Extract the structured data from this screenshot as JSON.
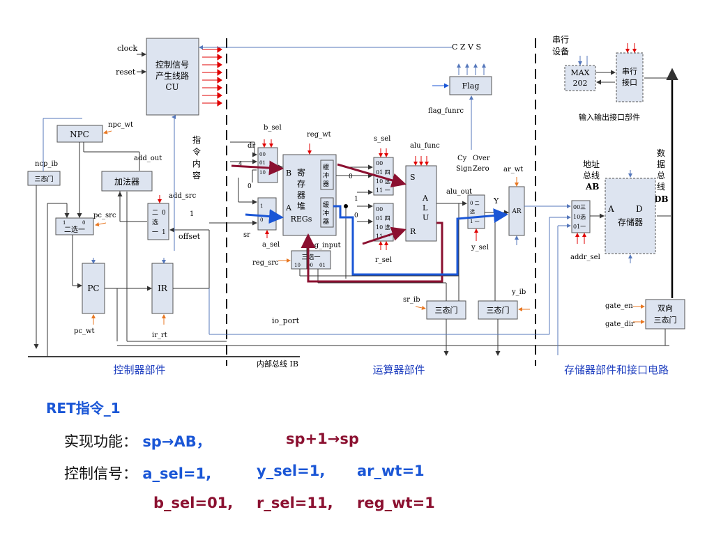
{
  "diagram": {
    "blocks": {
      "cu": [
        "控制信号",
        "产生线路",
        "CU"
      ],
      "npc": "NPC",
      "adder": "加法器",
      "tri_left": "三态门",
      "mux_pc": "二选一",
      "pc": "PC",
      "ir": "IR",
      "mux_add": [
        "二",
        "选",
        "一"
      ],
      "regs": [
        "寄",
        "存",
        "器",
        "堆",
        "REGs"
      ],
      "buf1": [
        "缓",
        "冲",
        "器"
      ],
      "buf2": [
        "缓",
        "冲",
        "器"
      ],
      "alu": [
        "S",
        "A",
        "L",
        "U",
        "R"
      ],
      "flag": "Flag",
      "ar": "AR",
      "reg_input_mux": "三选一",
      "tri_sr": "三态门",
      "tri_y": "三态门",
      "max": [
        "MAX",
        "202"
      ],
      "serial_if": [
        "串行",
        "接口"
      ],
      "mem": [
        "A",
        "D",
        "存储器"
      ],
      "bidir": [
        "双向",
        "三态门"
      ]
    },
    "signals": {
      "clock": "clock",
      "reset": "reset",
      "npc_wt": "npc_wt",
      "ncp_ib": "ncp_ib",
      "add_out": "add_out",
      "add_src": "add_src",
      "pc_src": "pc_src",
      "offset": "offset",
      "pc_wt": "pc_wt",
      "ir_rt": "ir_rt",
      "b_sel": "b_sel",
      "reg_wt": "reg_wt",
      "dr": "dr",
      "sr": "sr",
      "a_sel": "a_sel",
      "reg_input": "reg_input",
      "reg_src": "reg_src",
      "s_sel": "s_sel",
      "alu_func": "alu_func",
      "r_sel": "r_sel",
      "alu_out": "alu_out",
      "flag_funrc": "flag_funrc",
      "czvs": "C Z V S",
      "cy": "Cy",
      "over": "Over",
      "sign": "Sign",
      "zero": "Zero",
      "ar_wt": "ar_wt",
      "y": "Y",
      "y_sel": "y_sel",
      "y_ib": "y_ib",
      "sr_ib": "sr_ib",
      "io_port": "io_port",
      "addr_sel": "addr_sel",
      "gate_en": "gate_en",
      "gate_dir": "gate_dir",
      "B": "B",
      "A": "A",
      "zero_digit": "0",
      "one_digit": "1",
      "four": "4"
    },
    "vertical_labels": {
      "instruction": [
        "指",
        "令",
        "内",
        "容"
      ],
      "address_bus": [
        "地址",
        "总线",
        "AB"
      ],
      "data_bus": [
        "数",
        "据",
        "总",
        "线",
        "DB"
      ],
      "serial_device": [
        "串行",
        "设备"
      ]
    },
    "io_caption": "输入输出接口部件",
    "sections": {
      "controller": "控制器部件",
      "internal_bus": "内部总线 IB",
      "alu_part": "运算器部件",
      "storage": "存储器部件和接口电路"
    }
  },
  "notes": {
    "title": "RET指令_1",
    "func_label": "实现功能：",
    "func_1": "sp→AB，",
    "func_2": "sp+1→sp",
    "ctrl_label": "控制信号：",
    "a_sel": "a_sel=1,",
    "y_sel": "y_sel=1,",
    "ar_wt": "ar_wt=1",
    "b_sel": "b_sel=01,",
    "r_sel": "r_sel=11,",
    "reg_wt": "reg_wt=1"
  },
  "colors": {
    "highlight_blue": "#1a56d6",
    "highlight_red": "#8b1030",
    "block_fill": "#dde4f0",
    "arrow_red": "#e00000",
    "section_label": "#1f3fbf"
  }
}
